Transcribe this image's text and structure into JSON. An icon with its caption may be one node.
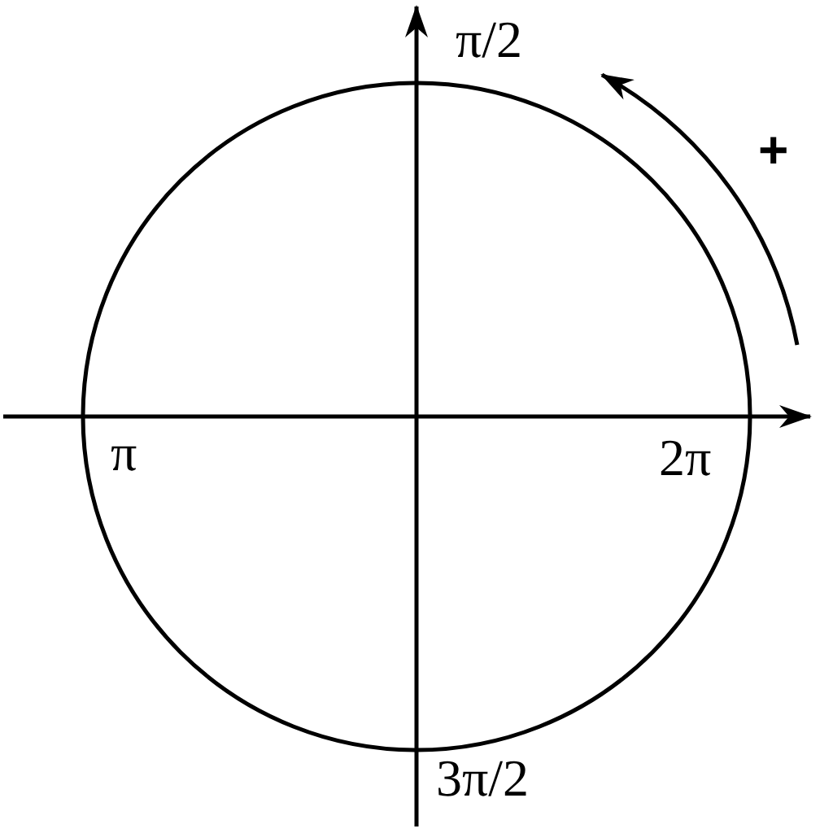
{
  "diagram": {
    "labels": [
      "π/2",
      "+",
      "π",
      "2π",
      "3π/2"
    ]
  }
}
